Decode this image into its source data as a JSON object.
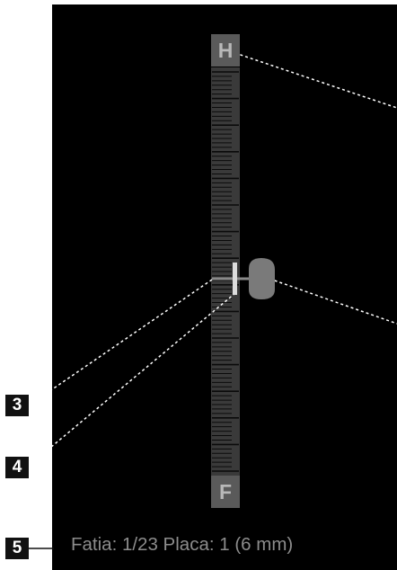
{
  "slice_slider": {
    "top_label": "H",
    "bottom_label": "F",
    "minor_tick_count": 90,
    "major_tick_every": 6,
    "current_position": 0.5
  },
  "callouts": {
    "three": "3",
    "four": "4",
    "five": "5"
  },
  "status": {
    "text": "Fatia: 1/23 Placa: 1 (6 mm)"
  },
  "colors": {
    "panel_background": "#000000",
    "track": "#3a3a3a",
    "tick": "#0a0a0a",
    "end_cap": "#5a5a5a",
    "end_cap_text": "#b8b8b8",
    "thumb": "#7a7a7a",
    "indicator": "#dcdcdc",
    "status_text": "#8c8c8c",
    "leader_line": "#ffffff"
  }
}
